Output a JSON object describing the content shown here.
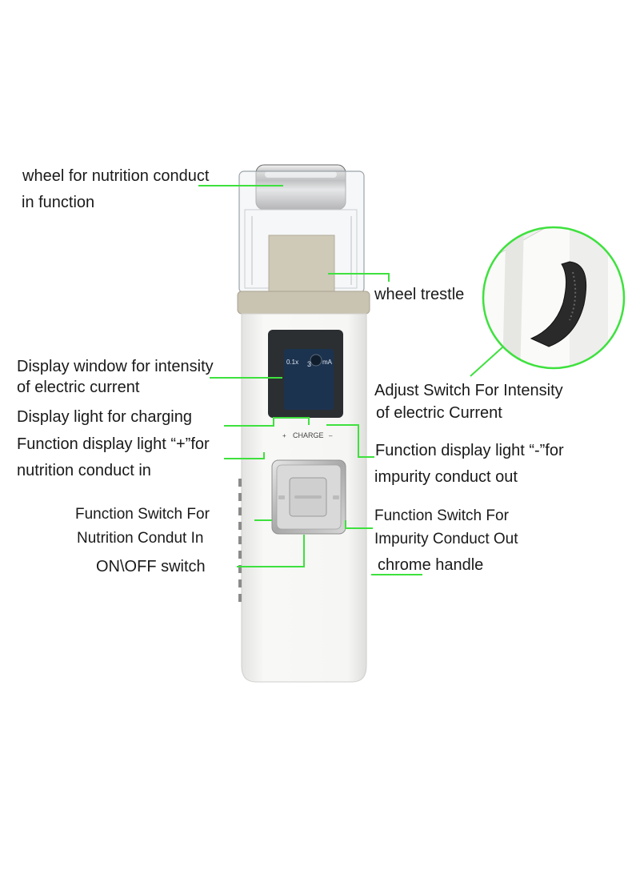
{
  "labels": {
    "wheel_nutrition_l1": "wheel for nutrition conduct",
    "wheel_nutrition_l2": "in function",
    "wheel_trestle": "wheel trestle",
    "display_window_l1": "Display window for intensity",
    "display_window_l2": "of electric current",
    "adjust_switch_l1": "Adjust Switch For Intensity",
    "adjust_switch_l2": "of electric Current",
    "display_light_charging": "Display light for charging",
    "plus_light_l1": "Function display light “+”for",
    "plus_light_l2": "nutrition conduct in",
    "minus_light_l1": "Function display light “-”for",
    "minus_light_l2": "impurity conduct out",
    "switch_nutrition_l1": "Function Switch For",
    "switch_nutrition_l2": "Nutrition Condut In",
    "switch_impurity_l1": "Function Switch For",
    "switch_impurity_l2": "Impurity Conduct Out",
    "on_off_switch": "ON\\OFF switch",
    "chrome_handle": "chrome handle"
  },
  "device": {
    "lcd_scale": "0.1x",
    "lcd_value": "3",
    "lcd_unit": "mA",
    "panel_plus": "+",
    "panel_charge": "CHARGE",
    "panel_minus": "–"
  },
  "colors": {
    "leader_line": "#3ee13e",
    "body": "#f4f4f2",
    "trestle": "#c9c3b1"
  }
}
